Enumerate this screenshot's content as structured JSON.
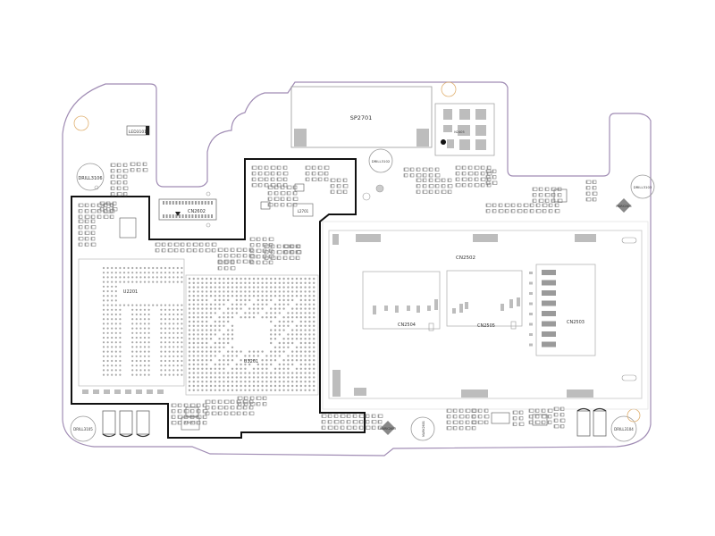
{
  "labels": {
    "sp2701": "SP2701",
    "n2405": "N2405",
    "drill3102": "DRILL3102",
    "drill3103": "DRILL3103",
    "drill3106": "DRILL3106",
    "drill3105": "DRILL3105",
    "drill3104": "DRILL3104",
    "cn2602": "CN2602",
    "cn2502": "CN2502",
    "cn2503": "CN2503",
    "cn2504": "CN2504",
    "cn2505": "CN2505",
    "u2201": "U2201",
    "u3201": "U3201",
    "led3101": "LED3101",
    "l2701": "L2701",
    "u2401": "U2401",
    "mark2603": "MARK2603",
    "mark2601": "MARK2601",
    "mark2604": "MARK2604"
  },
  "colors": {
    "board_outline": "#a08cb4",
    "thick_outline": "#111111",
    "drill_ring": "#e0b070",
    "pad": "#bdbdbd"
  }
}
